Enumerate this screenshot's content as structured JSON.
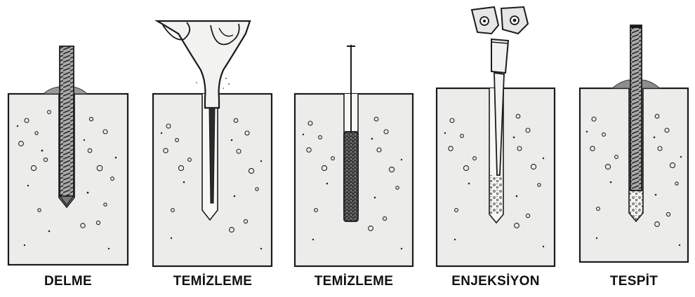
{
  "steps": [
    {
      "label": "DELME",
      "illustration": "drilling-icon"
    },
    {
      "label": "TEMİZLEME",
      "illustration": "blow-out-icon"
    },
    {
      "label": "TEMİZLEME",
      "illustration": "brush-icon"
    },
    {
      "label": "ENJEKSİYON",
      "illustration": "injection-icon"
    },
    {
      "label": "TESPİT",
      "illustration": "anchor-rod-icon"
    }
  ],
  "colors": {
    "concrete": "#ecedea",
    "ink": "#1b1b1b",
    "background": "#ffffff"
  }
}
